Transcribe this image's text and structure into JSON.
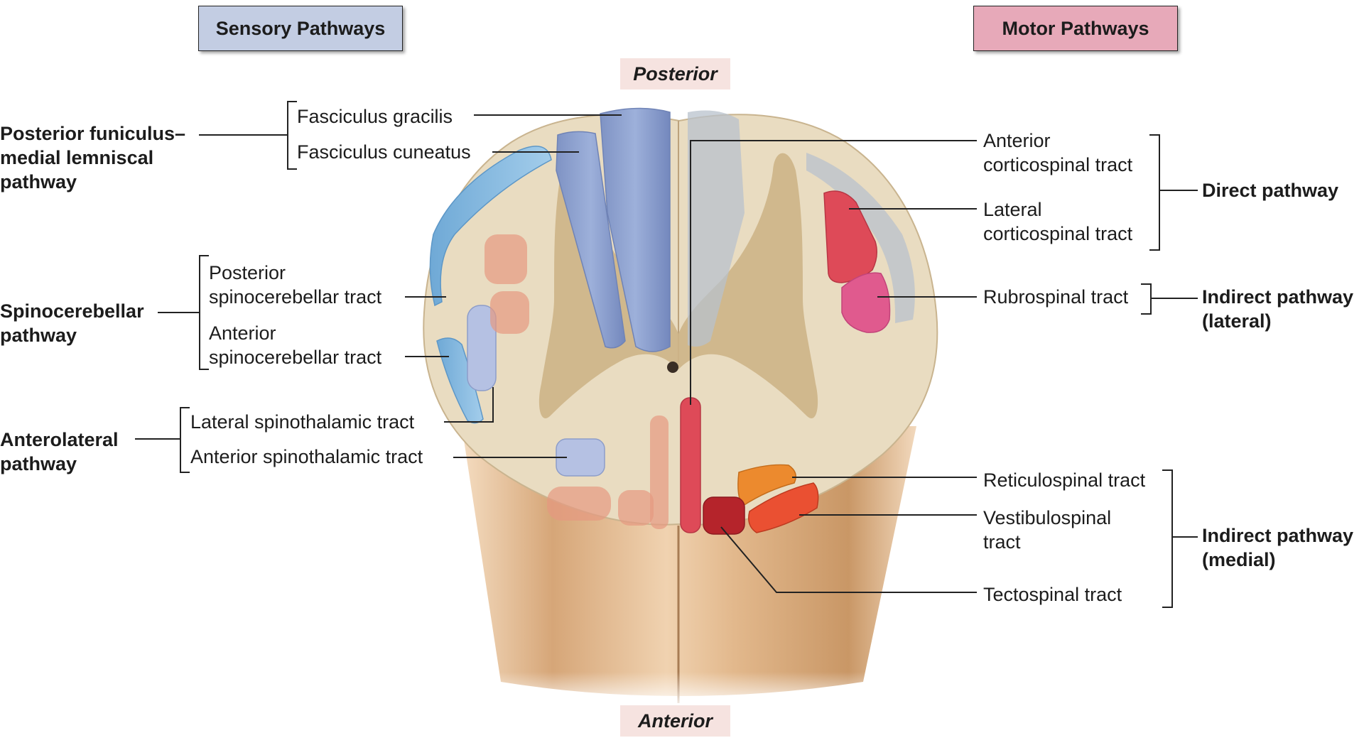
{
  "headers": {
    "sensory": "Sensory Pathways",
    "motor": "Motor Pathways"
  },
  "orientation": {
    "posterior": "Posterior",
    "anterior": "Anterior"
  },
  "sensory_groups": [
    {
      "lines": [
        "Posterior funiculus–",
        "medial lemniscal",
        "pathway"
      ]
    },
    {
      "lines": [
        "Spinocerebellar",
        "pathway"
      ]
    },
    {
      "lines": [
        "Anterolateral",
        "pathway"
      ]
    }
  ],
  "sensory_tracts": [
    {
      "lines": [
        "Fasciculus gracilis"
      ]
    },
    {
      "lines": [
        "Fasciculus cuneatus"
      ]
    },
    {
      "lines": [
        "Posterior",
        "spinocerebellar tract"
      ]
    },
    {
      "lines": [
        "Anterior",
        "spinocerebellar tract"
      ]
    },
    {
      "lines": [
        "Lateral spinothalamic tract"
      ]
    },
    {
      "lines": [
        "Anterior spinothalamic tract"
      ]
    }
  ],
  "motor_tracts": [
    {
      "lines": [
        "Anterior",
        "corticospinal tract"
      ]
    },
    {
      "lines": [
        "Lateral",
        "corticospinal tract"
      ]
    },
    {
      "lines": [
        "Rubrospinal tract"
      ]
    },
    {
      "lines": [
        "Reticulospinal tract"
      ]
    },
    {
      "lines": [
        "Vestibulospinal",
        "tract"
      ]
    },
    {
      "lines": [
        "Tectospinal tract"
      ]
    }
  ],
  "motor_groups": [
    {
      "lines": [
        "Direct pathway"
      ]
    },
    {
      "lines": [
        "Indirect pathway",
        "(lateral)"
      ]
    },
    {
      "lines": [
        "Indirect pathway",
        "(medial)"
      ]
    }
  ],
  "colors": {
    "sensory_header": "#c3cde3",
    "motor_header": "#e7a9b9",
    "white_matter": "#e9dcc1",
    "gray_matter": "#cdb487",
    "cord_outer": "#d9ae84",
    "dorsal_column": "#8ea1cc",
    "spinocerebellar": "#86bbe0",
    "spinothalamic": "#b5c1e3",
    "corticospinal": "#de4a58",
    "rubrospinal": "#e05a8e",
    "reticulospinal": "#ec8a2e",
    "vestibulospinal": "#ea5032",
    "tectospinal": "#b5242b",
    "descending_motor_faded": "#e69980"
  }
}
